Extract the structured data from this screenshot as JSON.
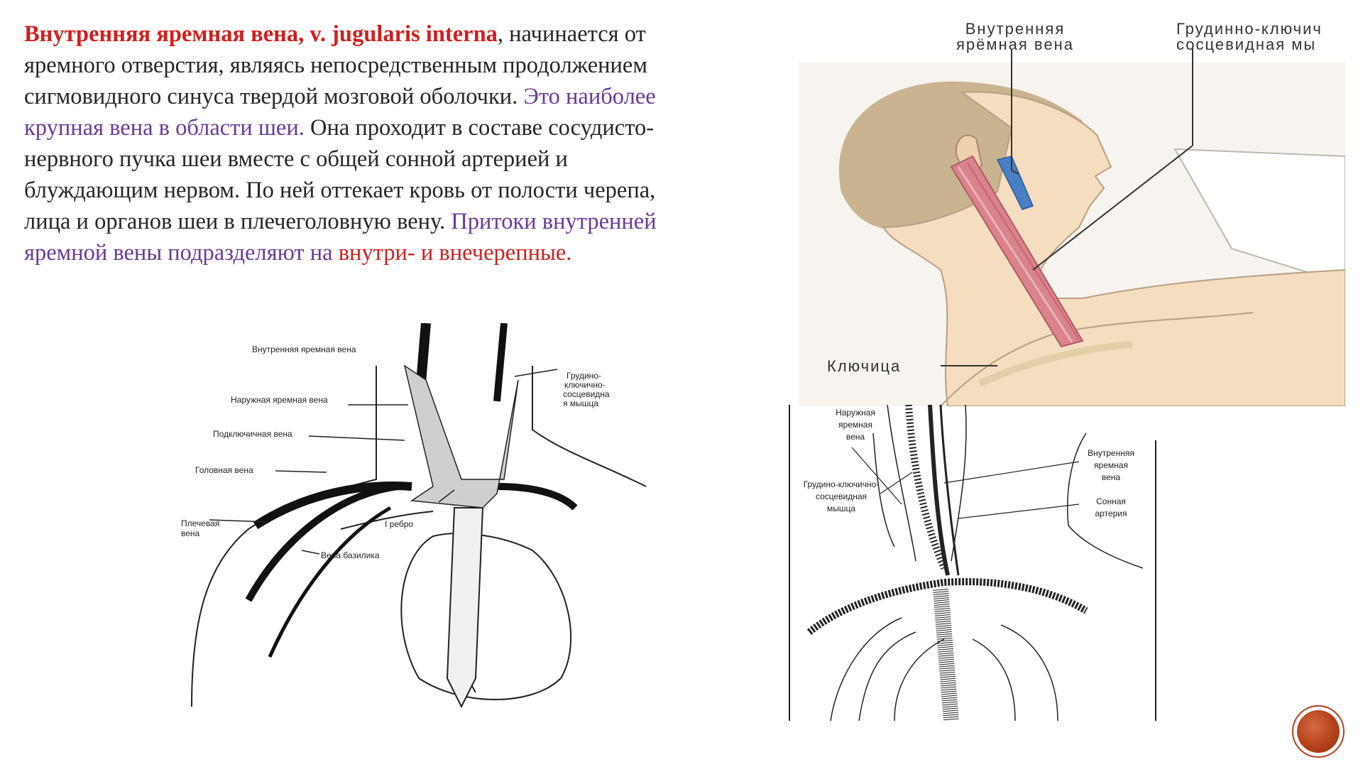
{
  "text": {
    "title_term": "Внутренняя яремная вена, v. jugularis interna",
    "part1": ", начинается от яремного отверстия, являясь непосредственным продолжением сигмовидного синуса твердой мозговой оболочки. ",
    "highlight1": "Это наиболее крупная вена в области шеи.",
    "part2": " Она проходит в составе сосудисто-нервного пучка шеи вместе с общей сонной артерией и блуждающим нервом. По ней оттекает кровь от полости черепа, лица и органов шеи в плечеголовную вену. ",
    "highlight2": "Притоки внутренней яремной вены подразделяют на",
    "highlight3": " внутри- и внечерепные."
  },
  "figure_head": {
    "label_ijv_line1": "Внутренняя",
    "label_ijv_line2": "ярёмная вена",
    "label_scm_line1": "Грудинно-ключич",
    "label_scm_line2": "сосцевидная мы",
    "label_clavicle": "Ключица"
  },
  "figure_thorax": {
    "label_ijv": "Внутренняя яремная вена",
    "label_ejv": "Наружная яремная вена",
    "label_subclavian": "Подключичная вена",
    "label_cephalic": "Головная вена",
    "label_brachial_1": "Плечевая",
    "label_brachial_2": "вена",
    "label_rib": "I ребро",
    "label_basilic": "Вена базилика",
    "label_scm_1": "Грудино-",
    "label_scm_2": "ключично-",
    "label_scm_3": "сосцевидна",
    "label_scm_4": "я мышца"
  },
  "figure_neck": {
    "label_ejv_1": "Наружная",
    "label_ejv_2": "яремная",
    "label_ejv_3": "вена",
    "label_scm_1": "Грудино-ключично-",
    "label_scm_2": "сосцевидная",
    "label_scm_3": "мышца",
    "label_ijv_1": "Внутренняя",
    "label_ijv_2": "яремная",
    "label_ijv_3": "вена",
    "label_carotid_1": "Сонная",
    "label_carotid_2": "артерия"
  },
  "colors": {
    "term_red": "#d01f1f",
    "highlight_purple": "#6a3a9a",
    "nav_button": "#b4411c"
  },
  "icons": {
    "nav_button": "circle-nav-icon"
  }
}
